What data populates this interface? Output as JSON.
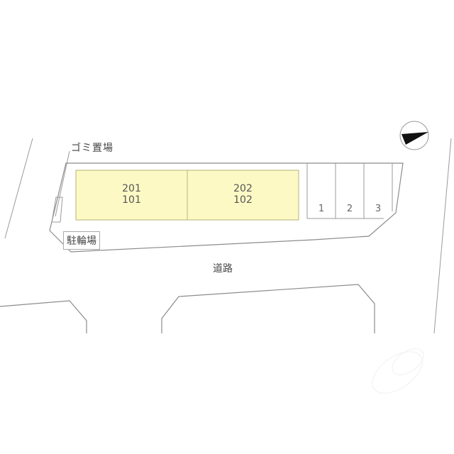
{
  "site_plan": {
    "labels": {
      "garbage_area": "ゴミ置場",
      "bicycle_parking": "駐輪場",
      "road": "道路"
    },
    "buildings": [
      {
        "id": "unit-a",
        "upper": "201",
        "lower": "101"
      },
      {
        "id": "unit-b",
        "upper": "202",
        "lower": "102"
      }
    ],
    "parking_spaces": [
      {
        "number": "1"
      },
      {
        "number": "2"
      },
      {
        "number": "3"
      }
    ],
    "compass": {
      "type": "north-arrow",
      "direction": "west-ish"
    },
    "colors": {
      "building_fill": "#fdf9c4",
      "building_stroke": "#b8b27a",
      "line": "#8c8c8c",
      "background": "#ffffff"
    },
    "watermark": "S...S"
  }
}
